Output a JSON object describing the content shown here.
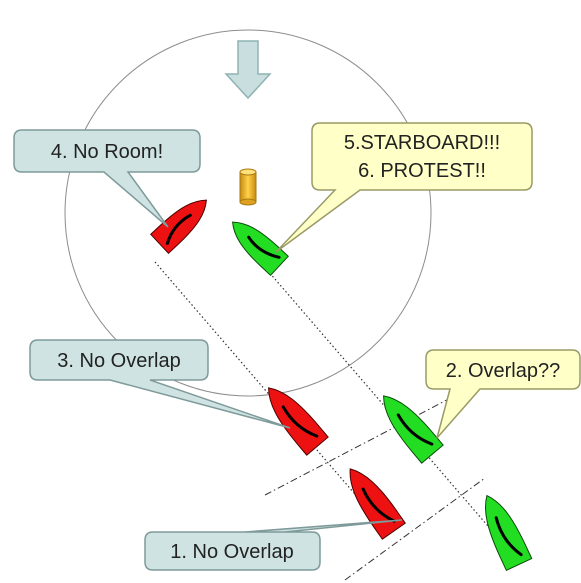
{
  "diagram": {
    "wind_arrow_icon": "wind-direction-arrow",
    "mark_icon": "cylinder-mark",
    "colors": {
      "red_boat": "#ee1111",
      "green_boat": "#22dd22",
      "teal_callout_fill": "#cfe3e3",
      "teal_callout_stroke": "#7f9a9a",
      "yellow_callout_fill": "#ffffc8",
      "yellow_callout_stroke": "#9a9a66",
      "mark": "#f0b020",
      "wind_arrow": "#c9dfdf",
      "zone_circle": "#888888"
    },
    "callouts": [
      {
        "id": "no-room",
        "lines": [
          "4. No Room!"
        ]
      },
      {
        "id": "starboard-protest",
        "lines": [
          "5.STARBOARD!!!",
          "6. PROTEST!!"
        ]
      },
      {
        "id": "no-overlap-3",
        "lines": [
          "3. No Overlap"
        ]
      },
      {
        "id": "overlap-2",
        "lines": [
          "2. Overlap??"
        ]
      },
      {
        "id": "no-overlap-1",
        "lines": [
          "1. No Overlap"
        ]
      }
    ]
  }
}
